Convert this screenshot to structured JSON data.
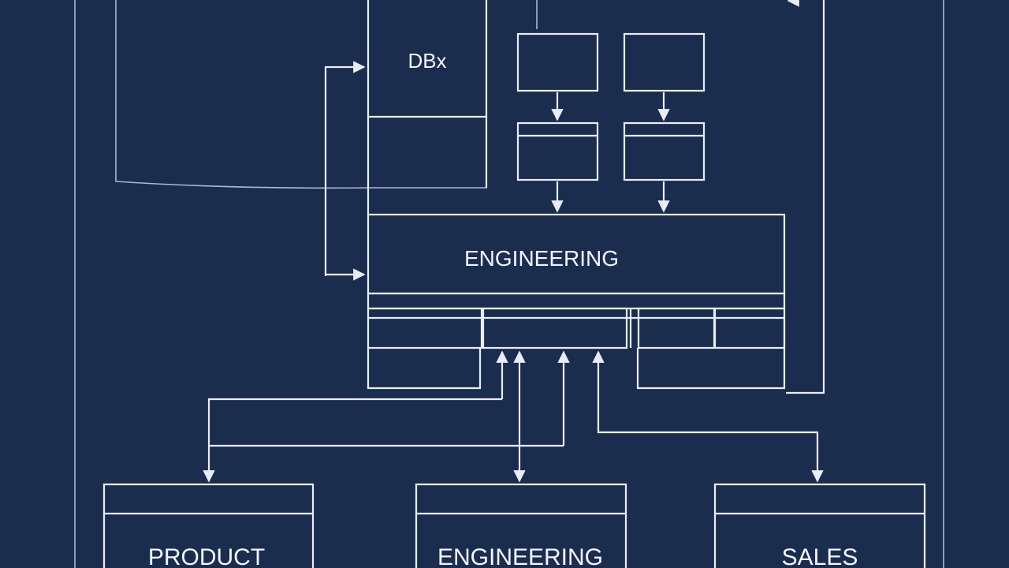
{
  "diagram": {
    "colors": {
      "background": "#1b2d4f",
      "line": "#e8edf4"
    },
    "nodes": {
      "dbx": {
        "label": "DBx"
      },
      "engineering_hub": {
        "label": "ENGINEERING"
      },
      "product": {
        "label": "PRODUCT"
      },
      "engineering": {
        "label": "ENGINEERING"
      },
      "sales": {
        "label": "SALES"
      }
    }
  }
}
